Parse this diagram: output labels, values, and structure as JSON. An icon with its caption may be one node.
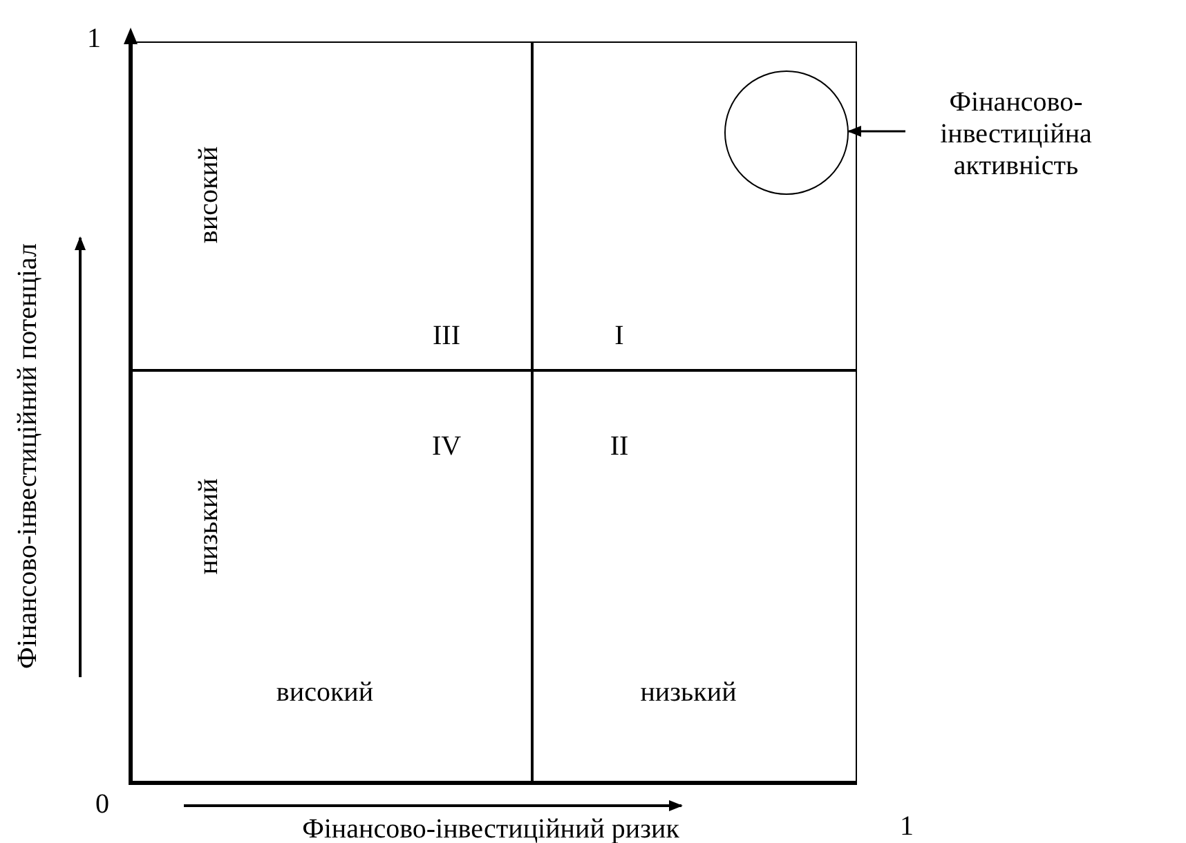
{
  "diagram": {
    "nodes": [
      {
        "text": [
          "високий",
          "III"
        ]
      },
      {
        "text": [
          "I"
        ]
      },
      {
        "text": [
          "IV",
          "низький",
          "високий"
        ]
      },
      {
        "text": [
          "II",
          "низький"
        ]
      },
      {
        "text": [],
        "shape": "circle",
        "in": 1
      },
      {
        "text": [
          "Фінансово-інвестиційна активність"
        ]
      }
    ],
    "edges": [
      {
        "from": 5,
        "to": 4,
        "arrow": "to"
      }
    ],
    "labels": [
      "1",
      "Фінансово-інвестиційний потенціал",
      "0",
      "1",
      "Фінансово-інвестиційний ризик"
    ]
  }
}
